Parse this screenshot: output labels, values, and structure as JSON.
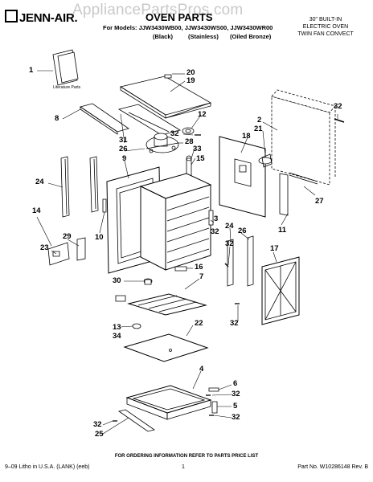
{
  "header": {
    "brand": "JENN-AIR.",
    "watermark": "AppliancePartsPros.com",
    "title": "OVEN PARTS",
    "models_line": "For Models: JJW3430WB00, JJW3430WS00, JJW3430WR00",
    "finishes": [
      "(Black)",
      "(Stainless)",
      "(Oiled Bronze)"
    ],
    "product_desc": [
      "30\" BUILT-IN",
      "ELECTRIC OVEN",
      "TWIN FAN CONVECT"
    ]
  },
  "literature_label": "Literature Parts",
  "callouts": [
    "1",
    "20",
    "19",
    "8",
    "12",
    "32",
    "31",
    "28",
    "26",
    "33",
    "9",
    "15",
    "2",
    "21",
    "32",
    "18",
    "24",
    "27",
    "14",
    "29",
    "23",
    "10",
    "3",
    "24",
    "26",
    "32",
    "32",
    "11",
    "17",
    "16",
    "7",
    "30",
    "22",
    "13",
    "34",
    "32",
    "4",
    "6",
    "32",
    "5",
    "32",
    "25",
    "32"
  ],
  "footer": {
    "order_info": "FOR ORDERING INFORMATION REFER TO PARTS PRICE LIST",
    "litho": "9–09 Litho in U.S.A. (LANK) (eeb)",
    "page": "1",
    "part_no": "Part No. W10286148 Rev. B"
  }
}
